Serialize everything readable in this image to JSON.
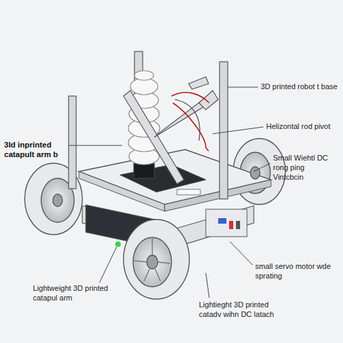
{
  "diagram": {
    "labels": [
      "3D printed robot t base",
      "Helizontal rod pivot",
      "3ld inprinted catapult arm b",
      "Small Wiehtl DC rong ping Vintcbcin",
      "small servo motor wde sprating",
      "Lightweight 3D printed catapul arm",
      "Lightieght 3D printed catadv wihn DC latach"
    ]
  }
}
